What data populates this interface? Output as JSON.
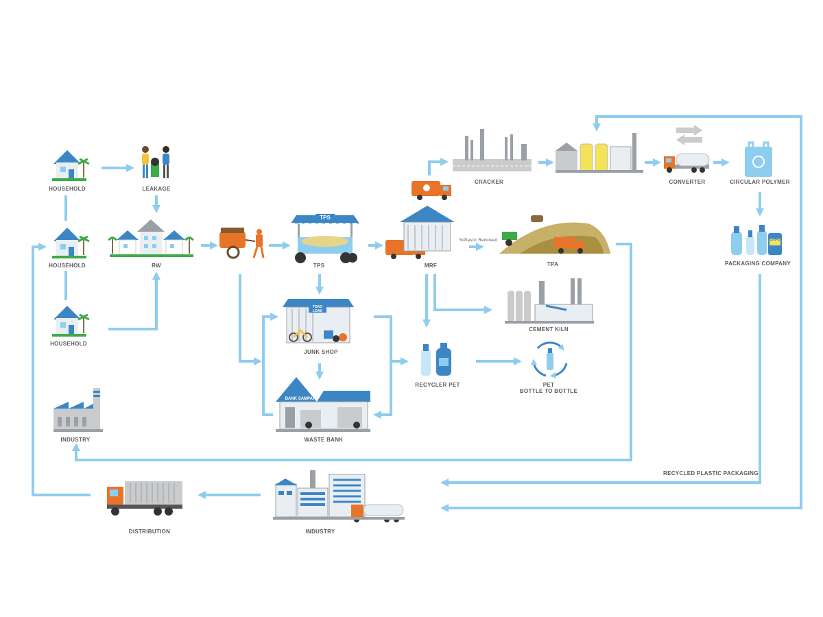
{
  "nodes": {
    "household_1": "HOUSEHOLD",
    "household_2": "HOUSEHOLD",
    "household_3": "HOUSEHOLD",
    "leakage": "LEAKAGE",
    "rw": "RW",
    "tps": "TPS",
    "tps_sign": "TPS",
    "mrf": "MRF",
    "cracker": "CRACKER",
    "converter": "CONVERTER",
    "circular_polymer": "CIRCULAR POLYMER",
    "packaging_company": "PACKAGING COMPANY",
    "tpa": "TPA",
    "cement_kiln": "CEMENT KILN",
    "junk_shop": "JUNK SHOP",
    "junk_shop_sign_1": "TOKO",
    "junk_shop_sign_2": "LOAK",
    "recycler_pet": "RECYCLER PET",
    "pet_bottle_1": "PET",
    "pet_bottle_2": "BOTTLE TO BOTTLE",
    "waste_bank": "WASTE BANK",
    "waste_bank_sign": "BANK SAMPAH",
    "industry_left": "INDUSTRY",
    "industry_bottom": "INDUSTRY",
    "distribution": "DISTRIBUTION",
    "chips_label": "CHIPS"
  },
  "annotations": {
    "plastic_removed": "%Plastic Removed",
    "recycled_plastic_packaging": "RECYCLED PLASTIC PACKAGING"
  },
  "colors": {
    "arrow": "#8fcdef",
    "label": "#5a5a5a",
    "blue": "#3d86c6",
    "orange": "#e8742a",
    "grey": "#c9cbcc",
    "green": "#3faa4a"
  },
  "icons": [
    "house-icon",
    "people-bins-icon",
    "neighborhood-icon",
    "cart-worker-icon",
    "tps-shelter-icon",
    "garbage-truck-icon",
    "mrf-building-icon",
    "refinery-icon",
    "plant-icon",
    "tanker-truck-icon",
    "exchange-arrows-icon",
    "recycle-bag-icon",
    "bottles-icon",
    "landfill-icon",
    "cement-factory-icon",
    "junk-shop-icon",
    "recycler-bottles-icon",
    "recycle-loop-icon",
    "waste-bank-icon",
    "factory-icon",
    "container-truck-icon",
    "industry-complex-icon"
  ]
}
